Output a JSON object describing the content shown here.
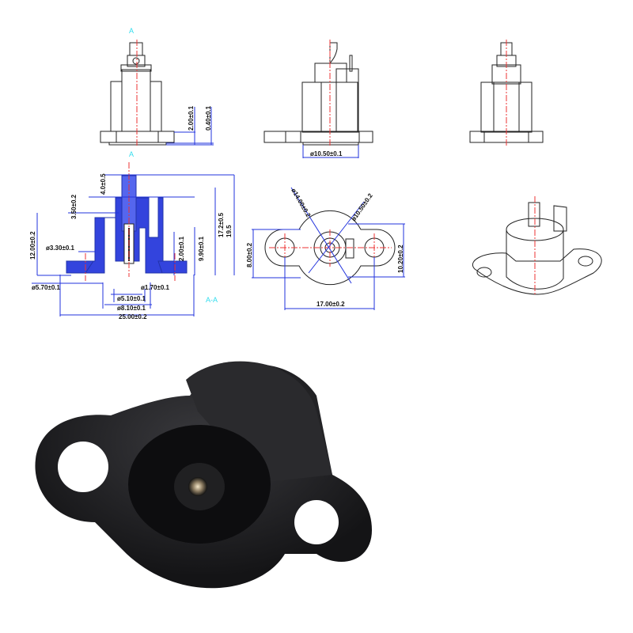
{
  "section_labels": {
    "top": "A",
    "bottom": "A",
    "view": "A-A"
  },
  "dimensions": {
    "front_flange_thickness": "2.00±0.1",
    "front_step": "0.40±0.1",
    "side_base_dia": "ø10.50±0.1",
    "pin_top": "4.0±0.5",
    "step_height": "3.50±0.2",
    "body_height": "12.00±0.2",
    "hole_dia": "ø3.30±0.1",
    "countersink_dia": "ø5.70±0.1",
    "inner_dia": "ø5.10±0.1",
    "outer_dia": "ø8.10±0.1",
    "overall_width": "25.00±0.2",
    "pin_dia": "ø1.70±0.1",
    "contact_height": "2.00±0.1",
    "inner_height": "9.90±0.1",
    "terminal_height": "17.2±0.5",
    "overall_height": "19.5",
    "flange_od": "ø14.00±0.2",
    "body_od": "ø10.50±0.2",
    "flange_width": "8.00±0.2",
    "body_width": "10.20±0.2",
    "hole_spacing": "17.00±0.2"
  },
  "colors": {
    "dimension": "#2233dd",
    "centerline": "#e33333",
    "section": "#3344dd",
    "product": "#1c1c1e"
  }
}
